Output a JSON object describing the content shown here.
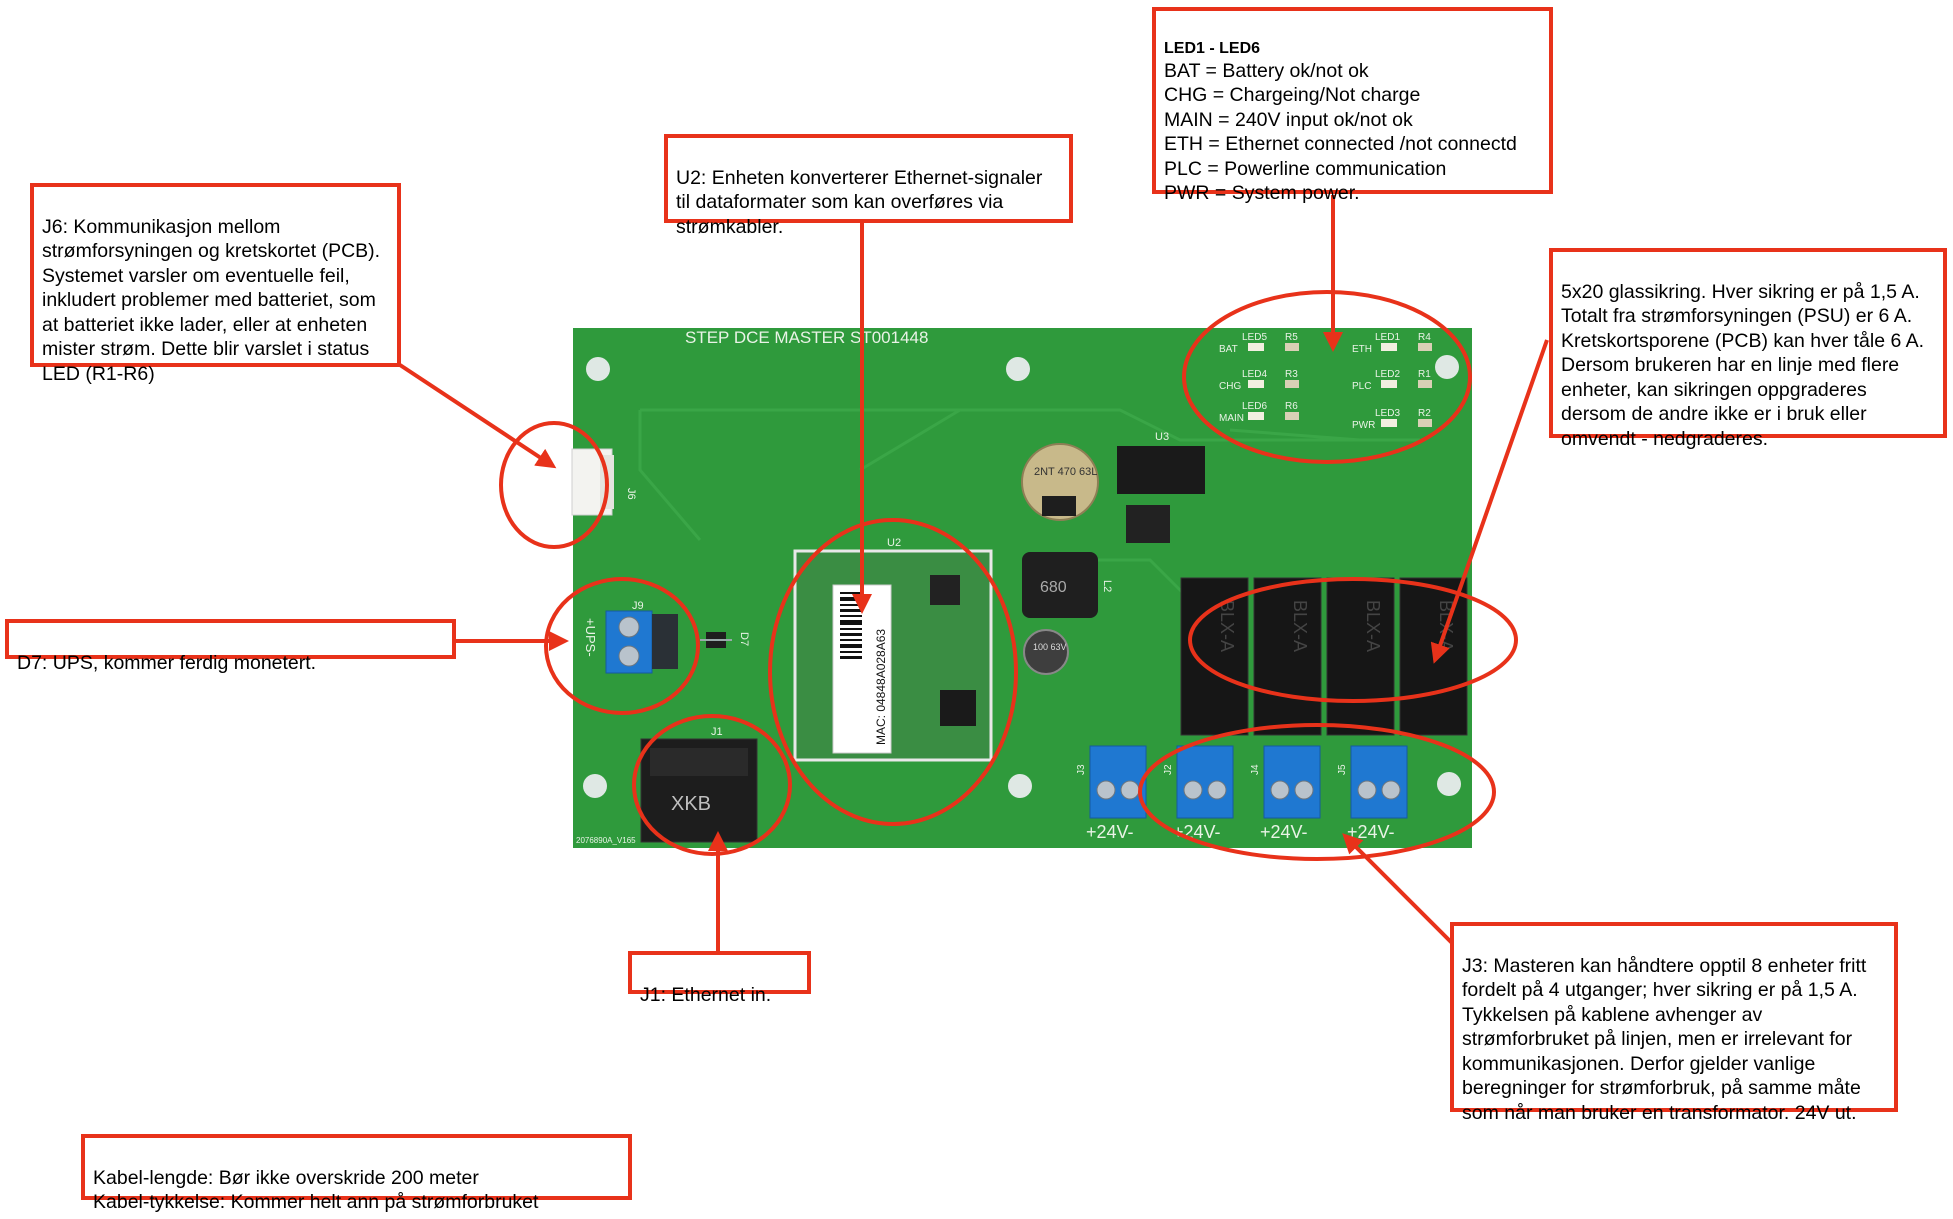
{
  "board": {
    "title": "STEP DCE MASTER ST001448",
    "revision": "2076890A_V165",
    "connectors": {
      "j6": "J6",
      "j9": "J9",
      "j9_polarity": "+UPS-",
      "d7": "D7",
      "j1": "J1",
      "j1_brand": "XKB",
      "u2": "U2",
      "u3": "U3",
      "l2": "L2",
      "cap_big": "2NT 470 63L",
      "cap_small": "100 63V",
      "inductor": "680"
    },
    "mac_label": "MAC: 04848A028A63",
    "leds": [
      {
        "name": "BAT",
        "led": "LED5",
        "res": "R5"
      },
      {
        "name": "CHG",
        "led": "LED4",
        "res": "R3"
      },
      {
        "name": "MAIN",
        "led": "LED6",
        "res": "R6"
      },
      {
        "name": "ETH",
        "led": "LED1",
        "res": "R4"
      },
      {
        "name": "PLC",
        "led": "LED2",
        "res": "R1"
      },
      {
        "name": "PWR",
        "led": "LED3",
        "res": "R2"
      }
    ],
    "fuse_label": "BLX-A",
    "outputs": [
      {
        "id": "J3",
        "label": "+24V-"
      },
      {
        "id": "J2",
        "label": "+24V-"
      },
      {
        "id": "J4",
        "label": "+24V-"
      },
      {
        "id": "J5",
        "label": "+24V-"
      }
    ]
  },
  "callouts": {
    "led_head": "LED1 - LED6",
    "led_body": "BAT = Battery ok/not ok\nCHG = Chargeing/Not charge\nMAIN = 240V input ok/not ok\nETH = Ethernet connected /not connectd\nPLC = Powerline communication\nPWR = System power.",
    "u2": "U2: Enheten konverterer Ethernet-signaler\ntil dataformater som kan overføres via\nstrømkabler.",
    "j6": "J6: Kommunikasjon mellom\nstrømforsyningen og kretskortet (PCB).\nSystemet varsler om eventuelle feil,\ninkludert problemer med batteriet, som\nat batteriet ikke lader, eller at enheten\nmister strøm. Dette blir varslet i status\nLED (R1-R6)",
    "fuse": "5x20 glassikring. Hver sikring er på 1,5 A.\nTotalt fra strømforsyningen (PSU) er 6 A.\nKretskortsporene (PCB) kan hver tåle 6 A.\nDersom brukeren har en linje med flere\nenheter, kan sikringen oppgraderes\ndersom de andre ikke er i bruk eller\nomvendt - nedgraderes.",
    "d7": "D7: UPS, kommer ferdig monetert.",
    "j1": "J1: Ethernet in.",
    "j3": "J3: Masteren kan håndtere opptil 8 enheter fritt\nfordelt på 4 utganger; hver sikring er på 1,5 A.\nTykkelsen på kablene avhenger av\nstrømforbruket på linjen, men er irrelevant for\nkommunikasjonen. Derfor gjelder vanlige\nberegninger for strømforbruk, på samme måte\nsom når man bruker en transformator. 24V ut.",
    "cable": "Kabel-lengde: Bør ikke overskride 200 meter\nKabel-tykkelse: Kommer helt ann på strømforbruket"
  },
  "colors": {
    "pcb": "#2f9a3c",
    "callout_border": "#e8321a",
    "terminal_blue": "#1f78d1"
  }
}
